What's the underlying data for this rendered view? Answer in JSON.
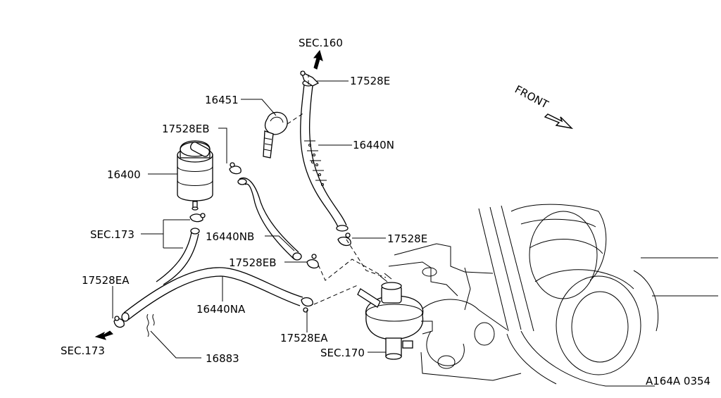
{
  "labels": {
    "sec160": "SEC.160",
    "p17528E_top": "17528E",
    "p16451": "16451",
    "p16440N": "16440N",
    "p17528EB_top": "17528EB",
    "p16400": "16400",
    "sec173_mid": "SEC.173",
    "p16440NB": "16440NB",
    "p17528E_bottom": "17528E",
    "p17528EB_bottom": "17528EB",
    "p17528EA_left": "17528EA",
    "p16440NA": "16440NA",
    "p17528EA_bottom": "17528EA",
    "sec173_bottom": "SEC.173",
    "p16883": "16883",
    "sec170": "SEC.170",
    "front": "FRONT",
    "diagram_code": "A164A 0354"
  },
  "icons": {
    "direction_arrow": "filled-arrow-icon",
    "front_arrow": "outline-arrow-icon"
  },
  "colors": {
    "line": "#000000",
    "background": "#ffffff"
  }
}
